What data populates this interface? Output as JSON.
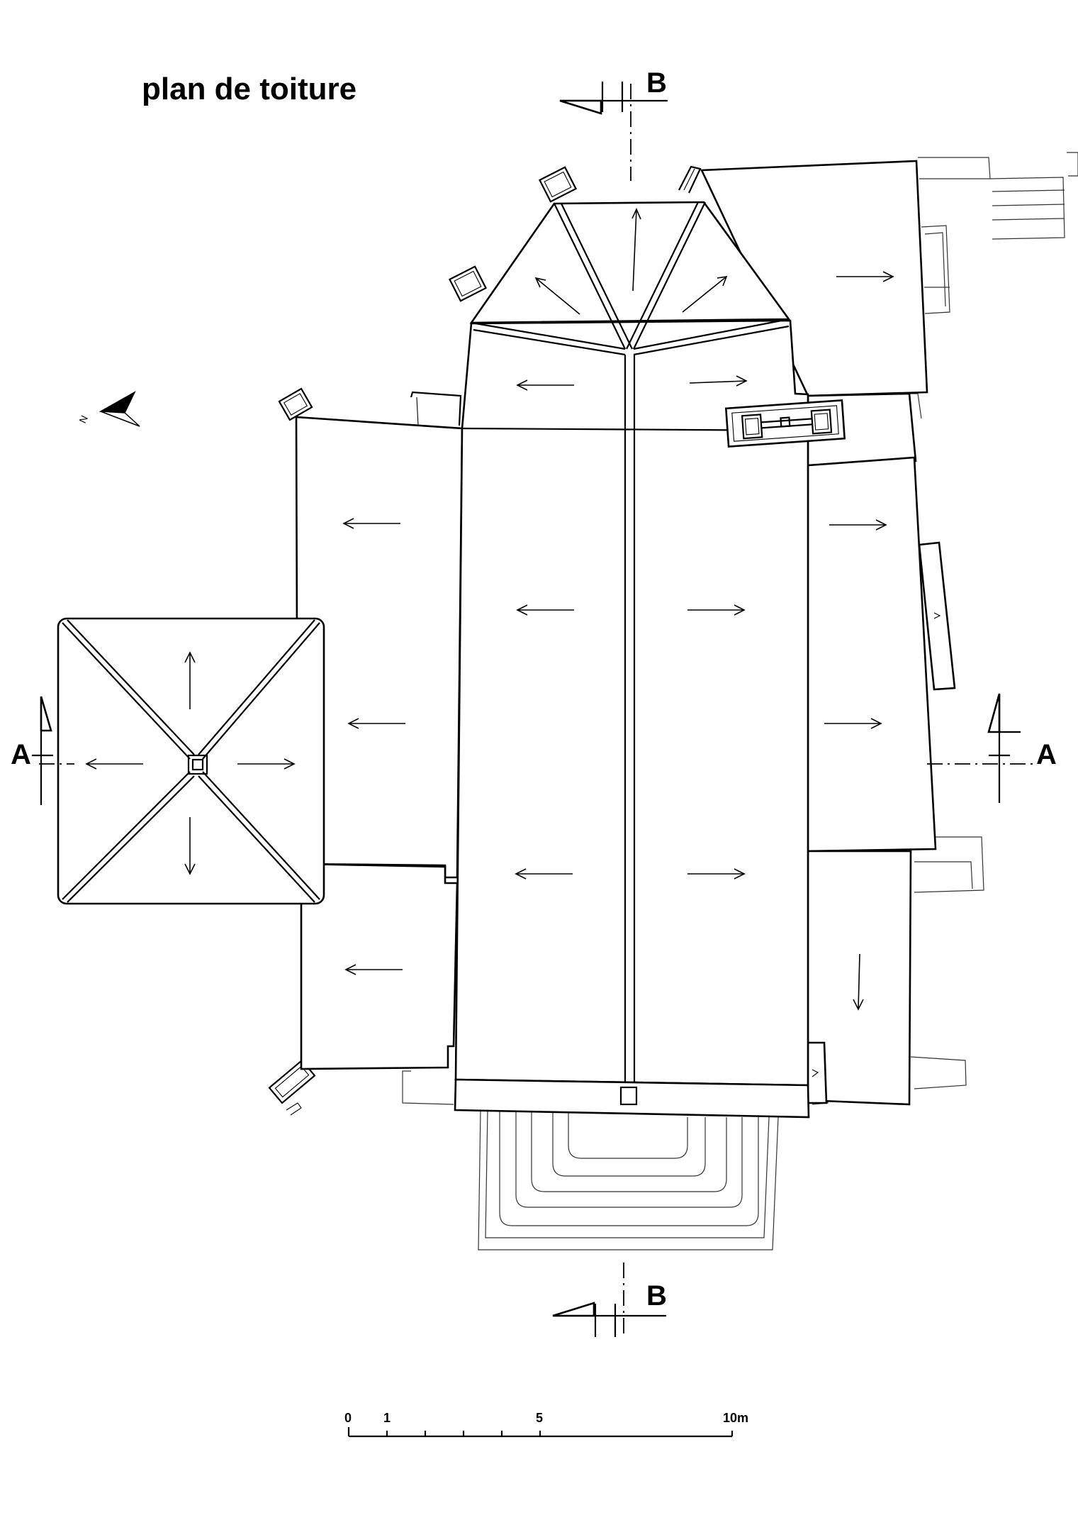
{
  "title": "plan de toiture",
  "section_labels": {
    "a_left": "A",
    "a_right": "A",
    "b_top": "B",
    "b_bottom": "B"
  },
  "north_label": "N",
  "scale_bar": {
    "tick_labels": [
      "0",
      "1",
      "5",
      "10m"
    ]
  }
}
